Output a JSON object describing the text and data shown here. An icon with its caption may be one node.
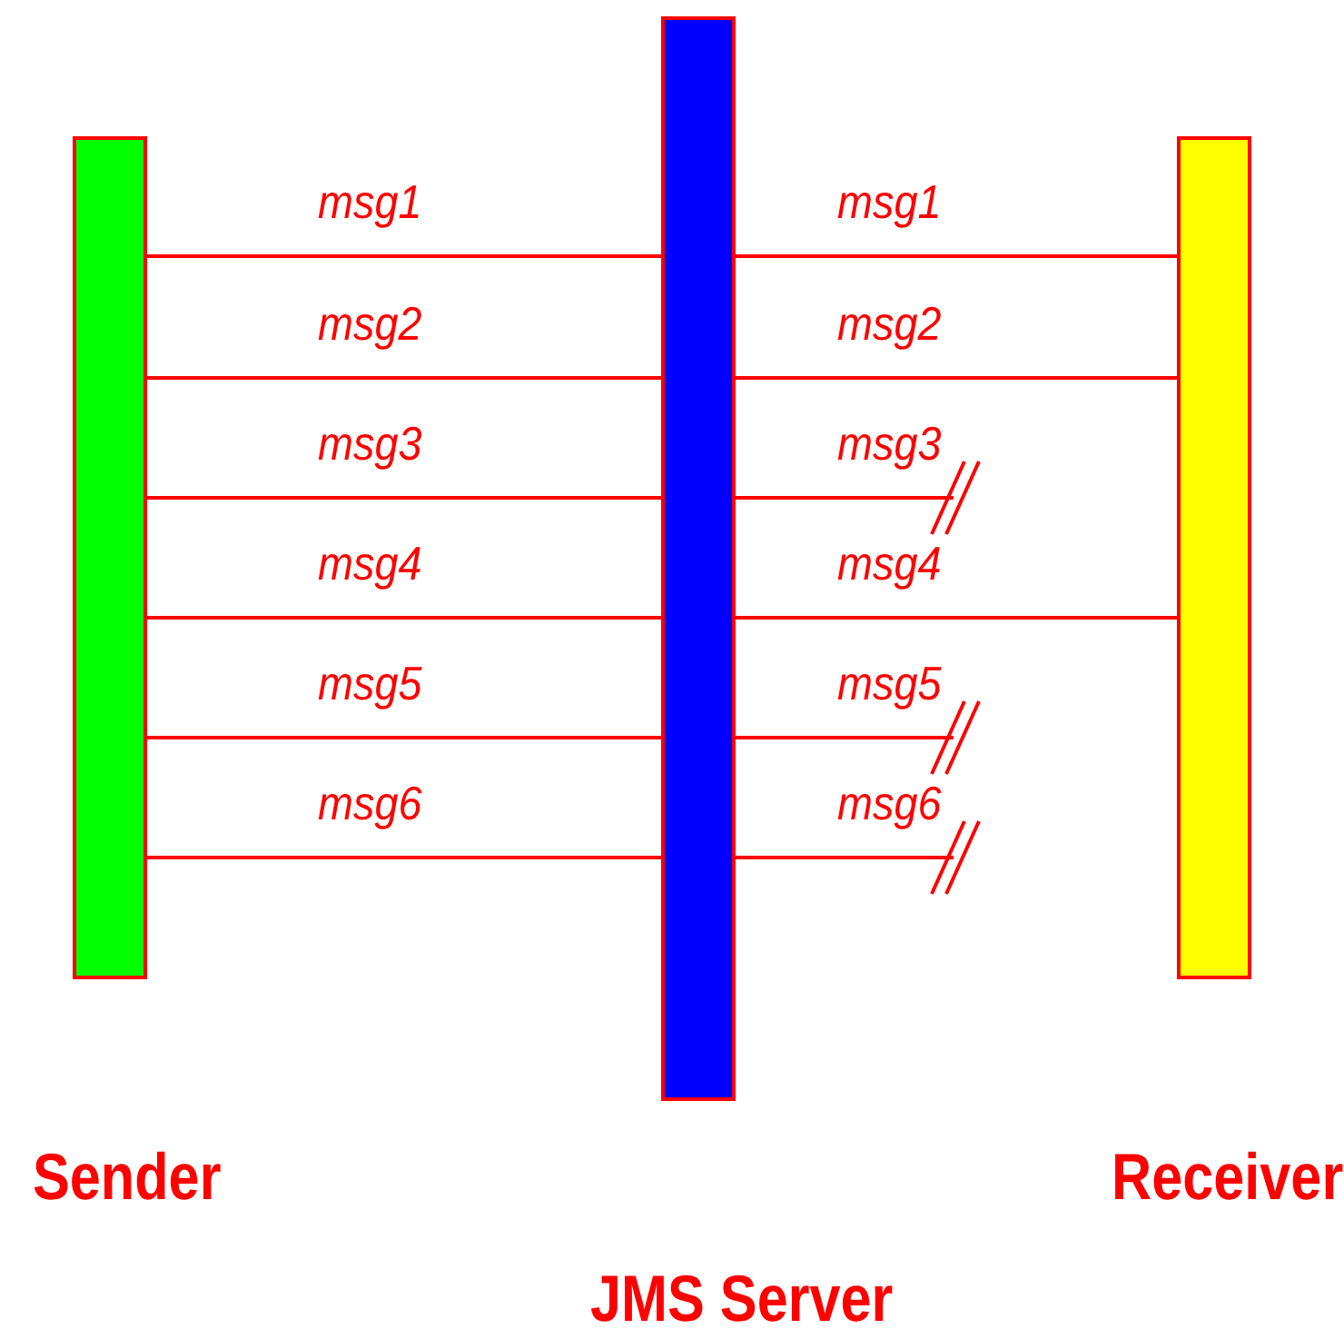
{
  "diagram": {
    "nodes": [
      {
        "text": [
          "Sender"
        ]
      },
      {
        "text": [
          "JMS Server"
        ]
      },
      {
        "text": [
          "Receiver"
        ]
      }
    ],
    "edges": [
      {
        "from": 0,
        "to": 1,
        "arrow": "none",
        "label": "msg1"
      },
      {
        "from": 0,
        "to": 1,
        "arrow": "none",
        "label": "msg2"
      },
      {
        "from": 0,
        "to": 1,
        "arrow": "none",
        "label": "msg3"
      },
      {
        "from": 0,
        "to": 1,
        "arrow": "none",
        "label": "msg4"
      },
      {
        "from": 0,
        "to": 1,
        "arrow": "none",
        "label": "msg5"
      },
      {
        "from": 0,
        "to": 1,
        "arrow": "none",
        "label": "msg6"
      },
      {
        "from": 1,
        "to": 2,
        "arrow": "none",
        "label": "msg1"
      },
      {
        "from": 1,
        "to": 2,
        "arrow": "none",
        "label": "msg2"
      },
      {
        "from": 1,
        "to": null,
        "arrow": "other",
        "label": "msg3"
      },
      {
        "from": 1,
        "to": 2,
        "arrow": "none",
        "label": "msg4"
      },
      {
        "from": 1,
        "to": null,
        "arrow": "other",
        "label": "msg5"
      },
      {
        "from": 1,
        "to": null,
        "arrow": "other",
        "label": "msg6"
      }
    ]
  }
}
